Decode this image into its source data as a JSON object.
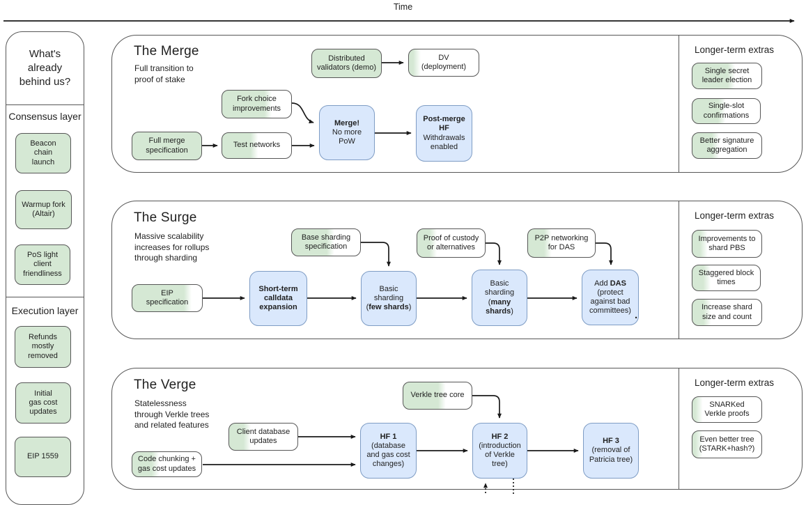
{
  "colors": {
    "green": "#d5e8d4",
    "blue": "#dae8fc",
    "blue_border": "#7e9cc4",
    "box_border": "#565656",
    "arrow": "#1a1a1a"
  },
  "time_axis": {
    "label": "Time"
  },
  "legend": {
    "title": "What's\nalready\nbehind us?",
    "groups": [
      {
        "label": "Consensus layer",
        "items": [
          "Beacon\nchain\nlaunch",
          "Warmup fork\n(Altair)",
          "PoS light\nclient\nfriendliness"
        ]
      },
      {
        "label": "Execution layer",
        "items": [
          "Refunds\nmostly\nremoved",
          "Initial\ngas cost\nupdates",
          "EIP 1559"
        ]
      }
    ]
  },
  "stray_dot": ".",
  "sections": {
    "merge": {
      "title": "The Merge",
      "subtitle": "Full transition to\nproof of stake",
      "nodes": {
        "full_spec": {
          "pre": "Full merge\nspecification",
          "progress": 100
        },
        "test_networks": {
          "pre": "Test networks",
          "progress": 45
        },
        "fork_choice": {
          "pre": "Fork choice\nimprovements",
          "progress": 65
        },
        "dist_validators": {
          "pre": "Distributed\nvalidators (demo)",
          "progress": 100
        },
        "dv_deployment": {
          "pre": "DV\n(deployment)",
          "progress": 10
        },
        "merge_hf": {
          "bold": "Merge!\n",
          "post": "No more\nPoW"
        },
        "post_merge_hf": {
          "bold": "Post-merge\nHF\n",
          "post": "Withdrawals\nenabled"
        }
      },
      "extras": {
        "title": "Longer-term extras",
        "items": [
          {
            "label": "Single secret\nleader election",
            "progress": 55
          },
          {
            "label": "Single-slot\nconfirmations",
            "progress": 42
          },
          {
            "label": "Better signature\naggregation",
            "progress": 32
          }
        ]
      }
    },
    "surge": {
      "title": "The Surge",
      "subtitle": "Massive scalability\nincreases for rollups\nthrough sharding",
      "nodes": {
        "eip_spec": {
          "pre": "EIP\nspecification",
          "progress": 78
        },
        "short_term": {
          "bold": "Short-term\ncalldata\nexpansion"
        },
        "base_sharding": {
          "pre": "Base sharding\nspecification",
          "progress": 55
        },
        "basic_few": {
          "pre": "Basic\nsharding\n(",
          "bold": "few shards",
          "post": ")"
        },
        "proof_custody": {
          "pre": "Proof of custody\nor alternatives",
          "progress": 22
        },
        "basic_many": {
          "pre": "Basic\nsharding\n(",
          "bold": "many\nshards",
          "post": ")"
        },
        "p2p_das": {
          "pre": "P2P networking\nfor DAS",
          "progress": 28
        },
        "add_das": {
          "pre": "Add ",
          "bold": "DAS",
          "post": "\n(protect\nagainst bad\ncommittees)"
        }
      },
      "extras": {
        "title": "Longer-term extras",
        "items": [
          {
            "label": "Improvements to\nshard PBS",
            "progress": 15
          },
          {
            "label": "Staggered block\ntimes",
            "progress": 20
          },
          {
            "label": "Increase shard\nsize and count",
            "progress": 20
          }
        ]
      }
    },
    "verge": {
      "title": "The Verge",
      "subtitle": "Statelessness\nthrough Verkle trees\nand related features",
      "nodes": {
        "client_db": {
          "pre": "Client database\nupdates",
          "progress": 25
        },
        "code_chunking": {
          "pre": "Code chunking +\ngas cost updates",
          "progress": 32
        },
        "hf1": {
          "bold": "HF 1\n",
          "post": "(database\nand gas cost\nchanges)"
        },
        "verkle_core": {
          "pre": "Verkle tree core",
          "progress": 55
        },
        "hf2": {
          "bold": "HF 2\n",
          "post": "(introduction\nof Verkle\ntree)"
        },
        "hf3": {
          "bold": "HF 3\n",
          "post": "(removal of\nPatricia tree)"
        }
      },
      "extras": {
        "title": "Longer-term extras",
        "items": [
          {
            "label": "SNARKed\nVerkle proofs",
            "progress": 8
          },
          {
            "label": "Even better tree\n(STARK+hash?)",
            "progress": 8
          }
        ]
      }
    }
  }
}
